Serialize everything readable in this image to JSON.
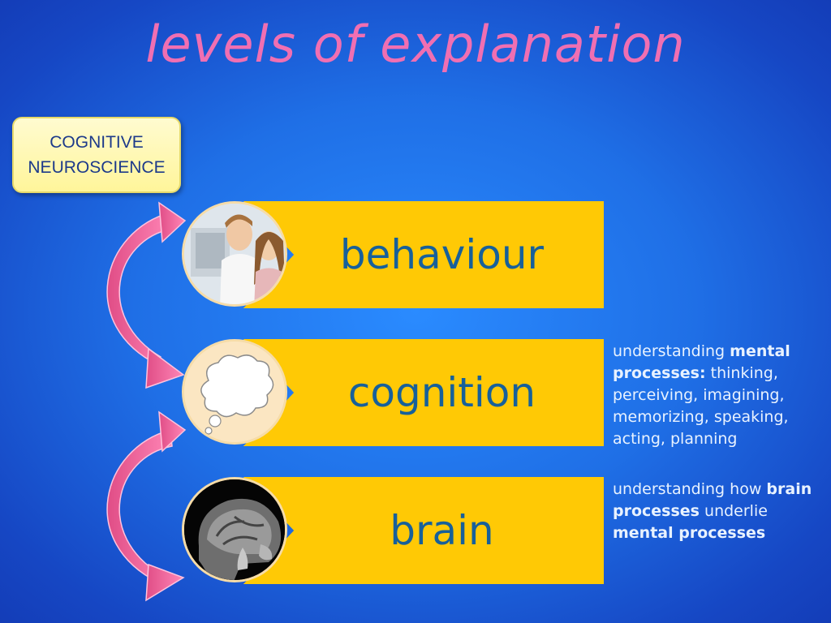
{
  "slide": {
    "title": "levels of explanation",
    "field_label": "COGNITIVE\nNEUROSCIENCE",
    "levels": [
      {
        "label": "behaviour",
        "image": "students-at-computer-photo"
      },
      {
        "label": "cognition",
        "image": "thought-bubble-icon"
      },
      {
        "label": "brain",
        "image": "brain-mri-scan"
      }
    ],
    "cognition_note": {
      "t1": "understanding ",
      "b1": "mental processes:",
      "t2": " thinking, perceiving, imagining, memorizing, speaking, acting, planning"
    },
    "brain_note": {
      "t1": "understanding how ",
      "b1": "brain processes",
      "t2": " underlie ",
      "b2": "mental processes"
    }
  },
  "colors": {
    "background": "#1f6fe6",
    "title": "#f06fb2",
    "band": "#ffc905",
    "band_text": "#17609a",
    "arrow": "#f26ea0",
    "label_box": "#fff59a"
  }
}
